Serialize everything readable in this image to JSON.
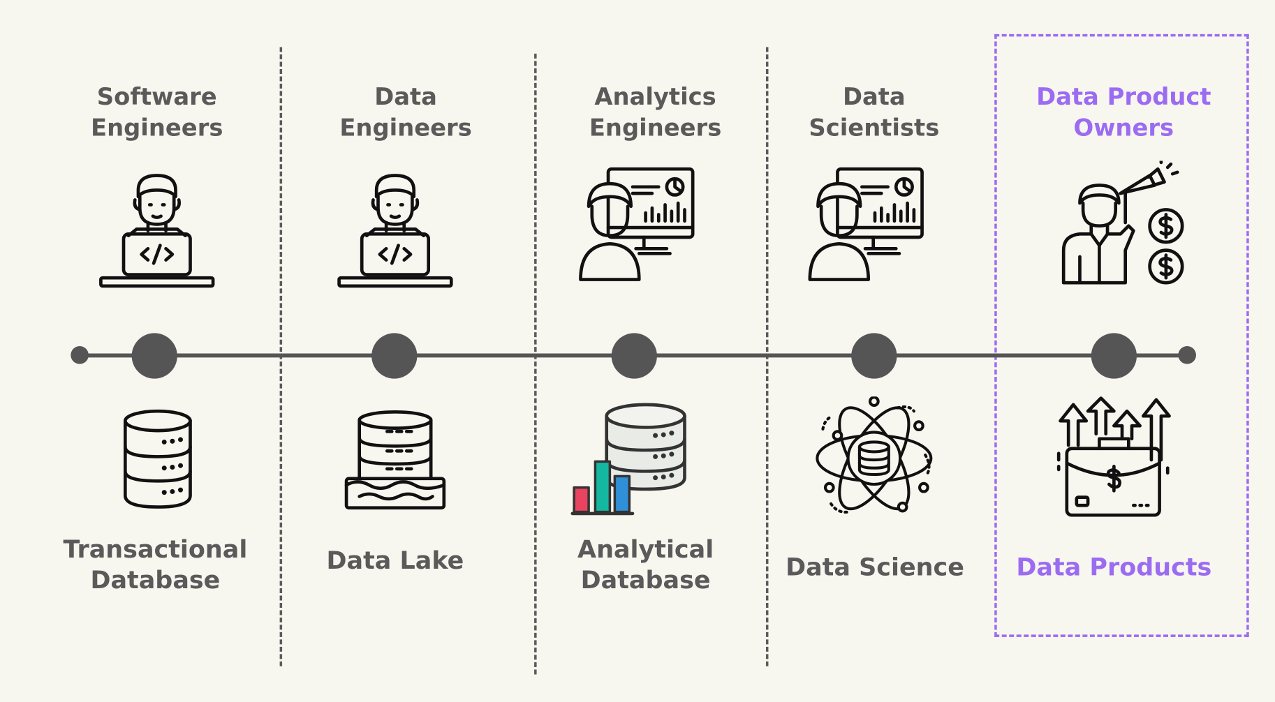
{
  "columns": [
    {
      "role_title": "Software\nEngineers",
      "technology": "Transactional\nDatabase",
      "role_icon": "software-engineer-icon",
      "tech_icon": "database-icon",
      "highlighted": false
    },
    {
      "role_title": "Data\nEngineers",
      "technology": "Data Lake",
      "role_icon": "data-engineer-icon",
      "tech_icon": "data-lake-icon",
      "highlighted": false
    },
    {
      "role_title": "Analytics\nEngineers",
      "technology": "Analytical\nDatabase",
      "role_icon": "analytics-engineer-icon",
      "tech_icon": "analytical-database-icon",
      "highlighted": false
    },
    {
      "role_title": "Data\nScientists",
      "technology": "Data Science",
      "role_icon": "data-scientist-icon",
      "tech_icon": "data-science-atom-icon",
      "highlighted": false
    },
    {
      "role_title": "Data Product\nOwners",
      "technology": "Data Products",
      "role_icon": "data-product-owner-icon",
      "tech_icon": "data-products-briefcase-icon",
      "highlighted": true
    }
  ],
  "colors": {
    "background": "#f7f6ef",
    "text": "#5a5a5a",
    "timeline": "#555555",
    "accent": "#9b6cf2",
    "chart_red": "#e8435f",
    "chart_teal": "#14b8a0",
    "chart_blue": "#2f8fd8"
  }
}
